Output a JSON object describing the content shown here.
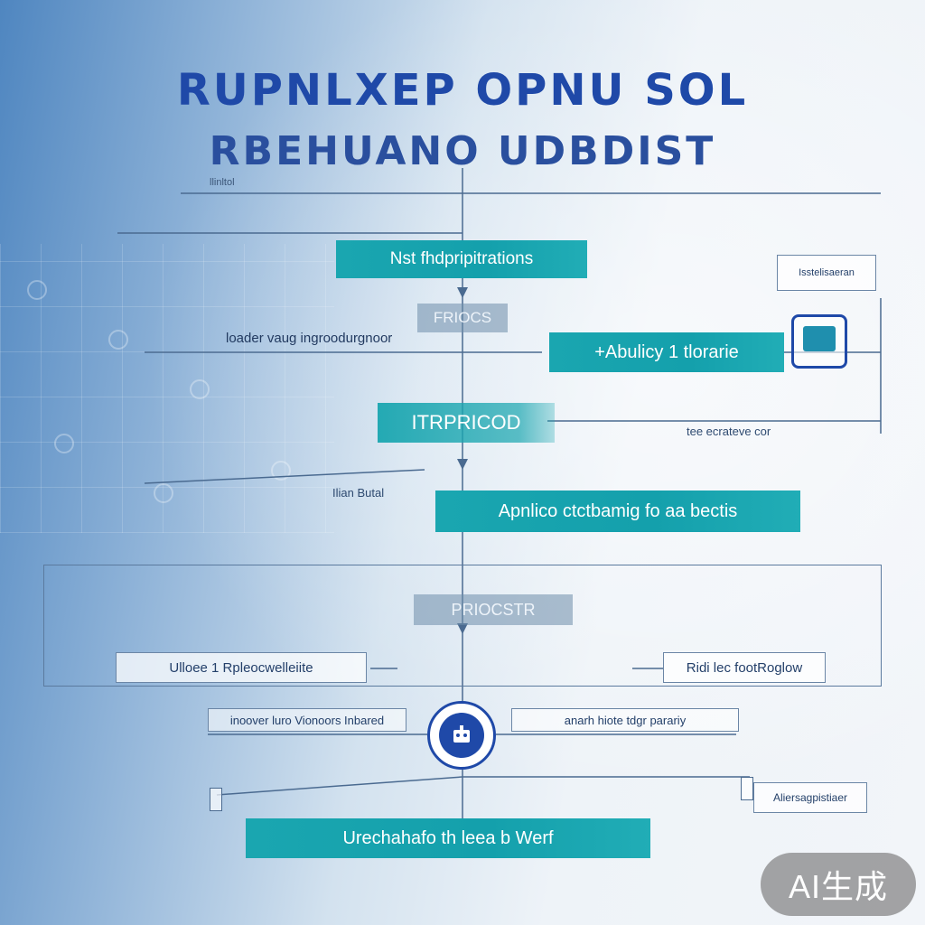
{
  "title": {
    "line1": "RUPNLXEP OPNU SOL",
    "line2": "RBEHUANO UDBDIST"
  },
  "flow": {
    "box1": "Nst fhdpripitrations",
    "box2": "FRIOCS",
    "box3": "+Abulicy 1 tlorarie",
    "box4": "ITRPRICOD",
    "box5": "Apnlico ctctbamig fo aa bectis",
    "box6": "PRIOCSTR",
    "box7": "Urechahafo th leea b Werf",
    "label_left1": "loader vaug ingroodurgnoor",
    "label_right_row": "tee ecrateve cor",
    "label_left2": "Ilian Butal",
    "row_left": "Ulloee 1 Rpleocwelleiite",
    "row_right": "Ridi lec footRoglow",
    "icon_left_label": "inoover luro Vionoors Inbared",
    "icon_right_label": "anarh hiote tdgr parariy",
    "bottom_right": "Aliersagpistiaer",
    "right_tag": "Isstelisaeran",
    "top_small": "llinltol"
  },
  "badge": {
    "text": "AI生成"
  },
  "colors": {
    "title": "#1f49a8",
    "teal": "#1aa6b0",
    "line": "#4a6a90"
  }
}
